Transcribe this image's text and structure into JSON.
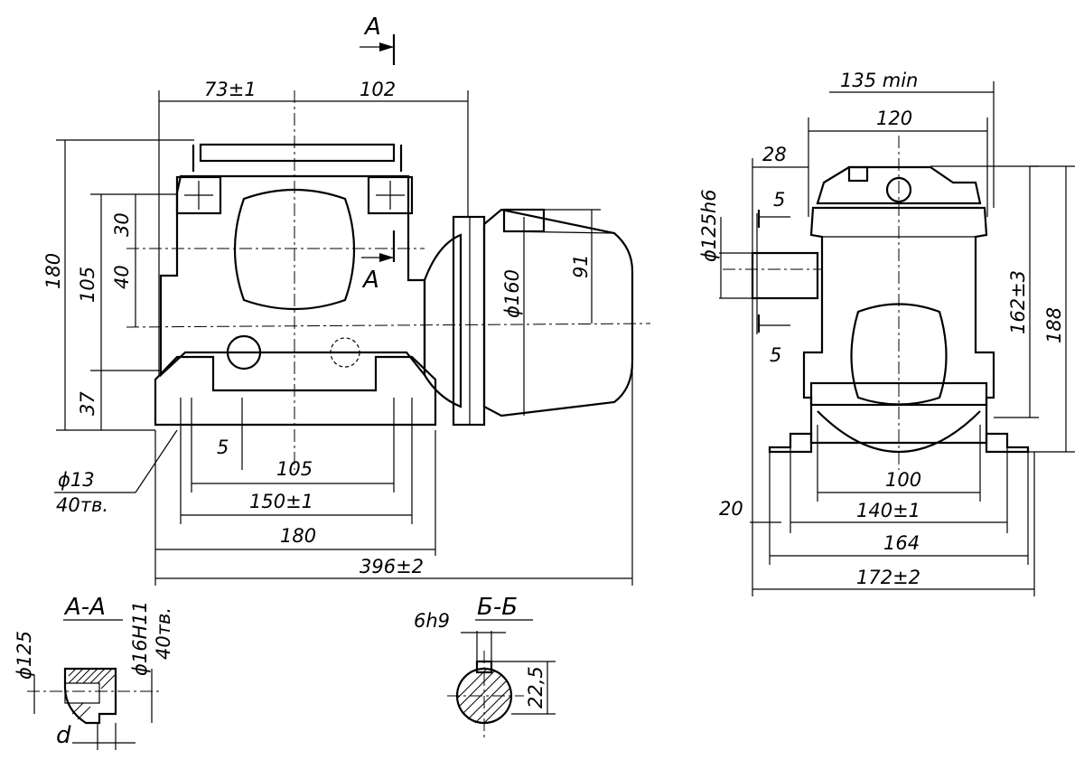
{
  "front": {
    "section_arrow_top": "A",
    "section_arrow_mid": "A",
    "dims": {
      "d73": "73±1",
      "d102": "102",
      "d180v": "180",
      "d105v": "105",
      "d30": "30",
      "d40": "40",
      "d37": "37",
      "d5": "5",
      "phi160": "ϕ160",
      "d91": "91",
      "d105h": "105",
      "d150": "150±1",
      "d180h": "180",
      "d396": "396±2"
    },
    "hole_note_line1": "ϕ13",
    "hole_note_line2": "40тв."
  },
  "side": {
    "dims": {
      "d135": "135 min",
      "d120": "120",
      "d28": "28",
      "phi125h6": "ϕ125h6",
      "sec5_top": "5",
      "sec5_bot": "5",
      "d162": "162±3",
      "d188": "188",
      "d100": "100",
      "d20": "20",
      "d140": "140±1",
      "d164": "164",
      "d172": "172±2"
    }
  },
  "section_aa": {
    "title": "A-A",
    "phi125": "ϕ125",
    "phi16": "ϕ16H11",
    "holes": "40тв.",
    "d": "d"
  },
  "section_bb": {
    "title": "Б-Б",
    "key": "6h9",
    "d225": "22,5"
  }
}
